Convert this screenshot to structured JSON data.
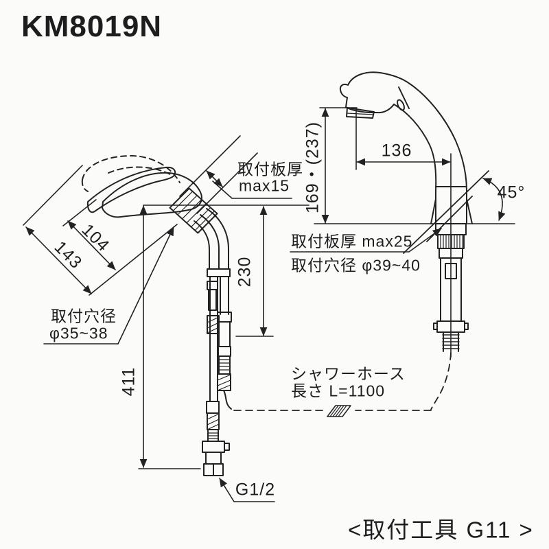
{
  "title": "KM8019N",
  "colors": {
    "ink": "#222222",
    "paper": "#fbfbfa"
  },
  "left_view": {
    "dim_body_length": "104",
    "dim_overall_length": "143",
    "mount_hole_label_line1": "取付穴径",
    "mount_hole_label_line2": "φ35~38",
    "plate_thickness_label_line1": "取付板厚",
    "plate_thickness_label_line2": "max15",
    "dim_hose_drop": "230",
    "dim_overall_drop": "411",
    "thread_size": "G1/2"
  },
  "right_view": {
    "dim_spout_reach": "136",
    "dim_spout_height": "169・(237)",
    "mount_angle": "45°",
    "plate_thickness_label": "取付板厚 max25",
    "mount_hole_label": "取付穴径 φ39~40",
    "shower_hose_label_line1": "シャワーホース",
    "shower_hose_label_line2": "長さ L=1100"
  },
  "footer": {
    "tool_note": "<取付工具 G11 >"
  }
}
